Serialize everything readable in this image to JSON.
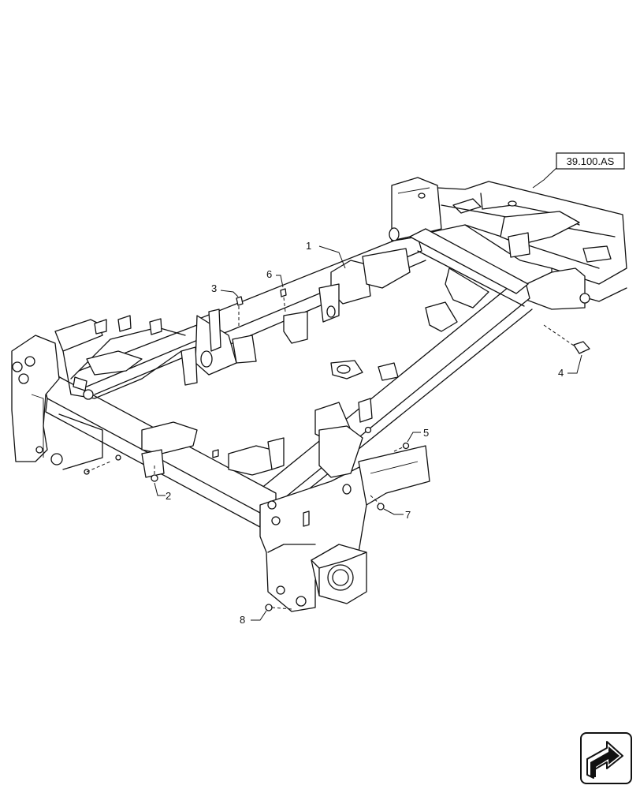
{
  "reference_box": {
    "label": "39.100.AS"
  },
  "callouts": [
    {
      "id": "1",
      "label": "1"
    },
    {
      "id": "2",
      "label": "2"
    },
    {
      "id": "3",
      "label": "3"
    },
    {
      "id": "4",
      "label": "4"
    },
    {
      "id": "5",
      "label": "5"
    },
    {
      "id": "6",
      "label": "6"
    },
    {
      "id": "7",
      "label": "7"
    },
    {
      "id": "8",
      "label": "8"
    }
  ],
  "navigation": {
    "icon": "next-page-arrow-icon"
  }
}
